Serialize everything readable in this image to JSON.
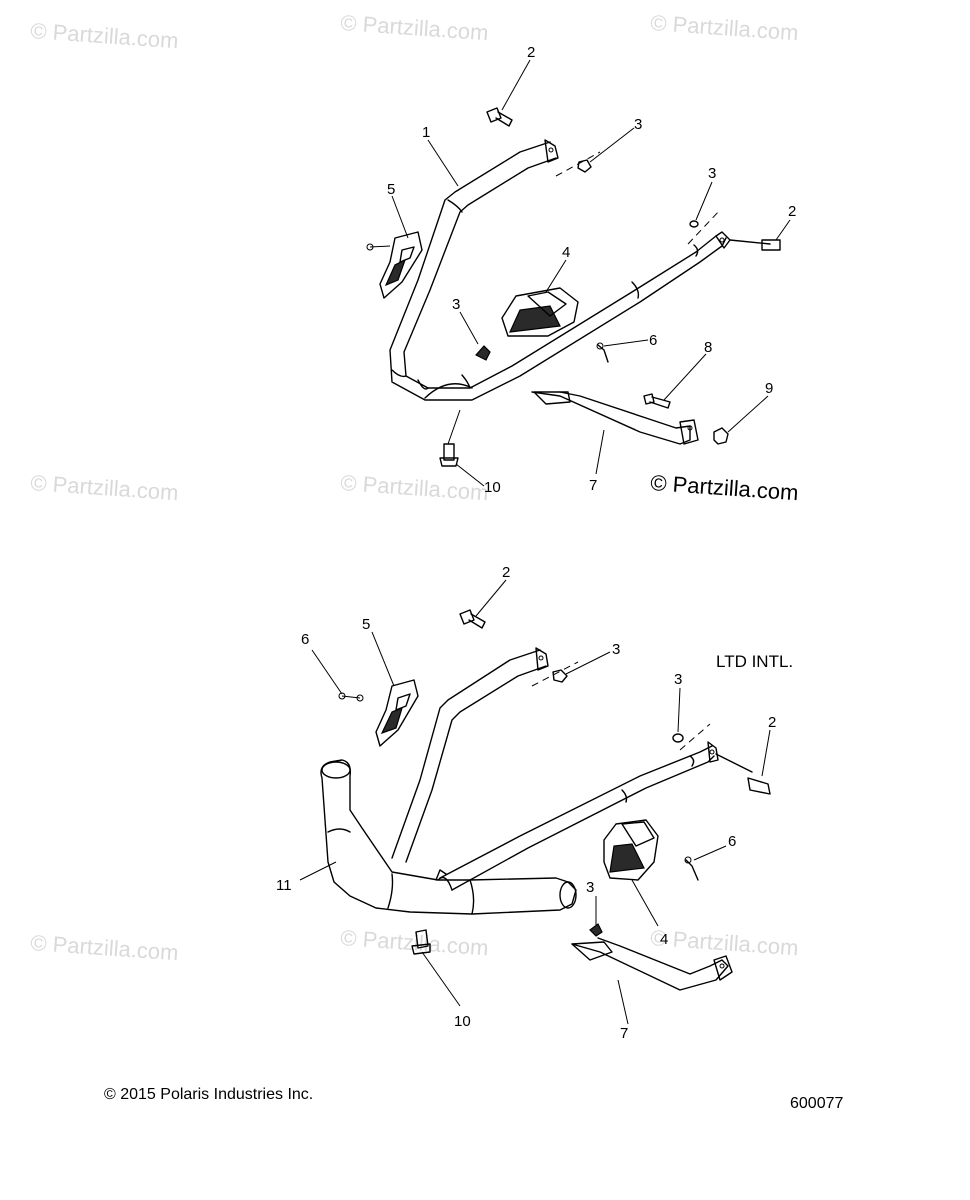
{
  "watermark_text": "© Partzilla.com",
  "watermark_main": "© Partzilla.com",
  "variant_note": "LTD INTL.",
  "copyright": "© 2015 Polaris Industries Inc.",
  "diagram_number": "600077",
  "callouts": {
    "top": {
      "c1": "1",
      "c2a": "2",
      "c2b": "2",
      "c3a": "3",
      "c3b": "3",
      "c3c": "3",
      "c4": "4",
      "c5": "5",
      "c6": "6",
      "c7": "7",
      "c8": "8",
      "c9": "9",
      "c10": "10"
    },
    "bottom": {
      "c2a": "2",
      "c2b": "2",
      "c3a": "3",
      "c3b": "3",
      "c3c": "3",
      "c4": "4",
      "c5": "5",
      "c6a": "6",
      "c6b": "6",
      "c7": "7",
      "c10": "10",
      "c11": "11"
    }
  }
}
